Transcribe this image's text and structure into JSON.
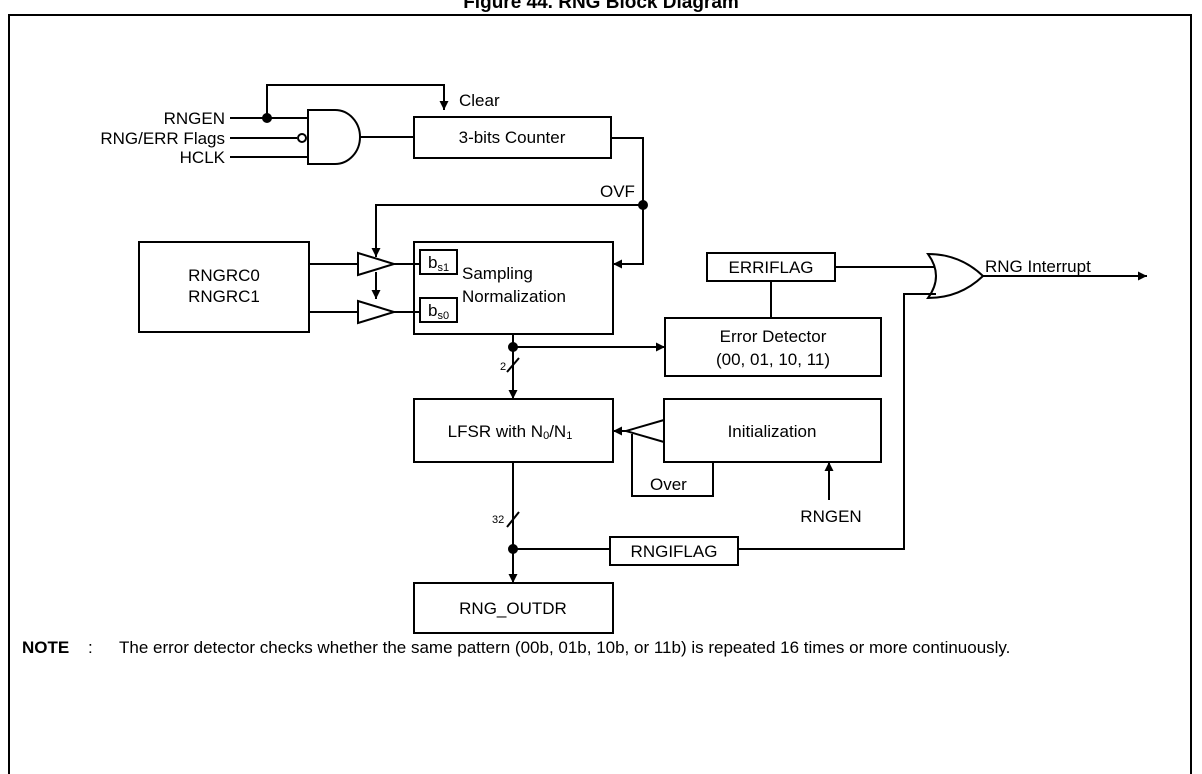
{
  "figure_title": "Figure 44. RNG Block Diagram",
  "inputs": {
    "rngen": "RNGEN",
    "flags": "RNG/ERR Flags",
    "hclk": "HCLK"
  },
  "clear_label": "Clear",
  "counter_label": "3-bits Counter",
  "ovf_label": "OVF",
  "rngrc": {
    "line1": "RNGRC0",
    "line2": "RNGRC1"
  },
  "sampling": {
    "line1": "Sampling",
    "line2": "Normalization",
    "bs1_main": "b",
    "bs1_sub": "s1",
    "bs0_main": "b",
    "bs0_sub": "s0"
  },
  "erriflag_label": "ERRIFLAG",
  "rng_interrupt_label": "RNG Interrupt",
  "error_detector": {
    "line1": "Error Detector",
    "line2": "(00, 01, 10, 11)"
  },
  "bus_width_2": "2",
  "lfsr": {
    "prefix": "LFSR with N",
    "sub0": "0",
    "slash": "/N",
    "sub1": "1"
  },
  "initialization_label": "Initialization",
  "over_label": "Over",
  "rngen_bottom": "RNGEN",
  "bus_width_32": "32",
  "rngiflag_label": "RNGIFLAG",
  "outdr_label": "RNG_OUTDR",
  "note": {
    "label": "NOTE",
    "colon": ":",
    "text": "The error detector checks whether the same pattern (00b, 01b, 10b, or 11b) is repeated 16 times or more continuously."
  }
}
